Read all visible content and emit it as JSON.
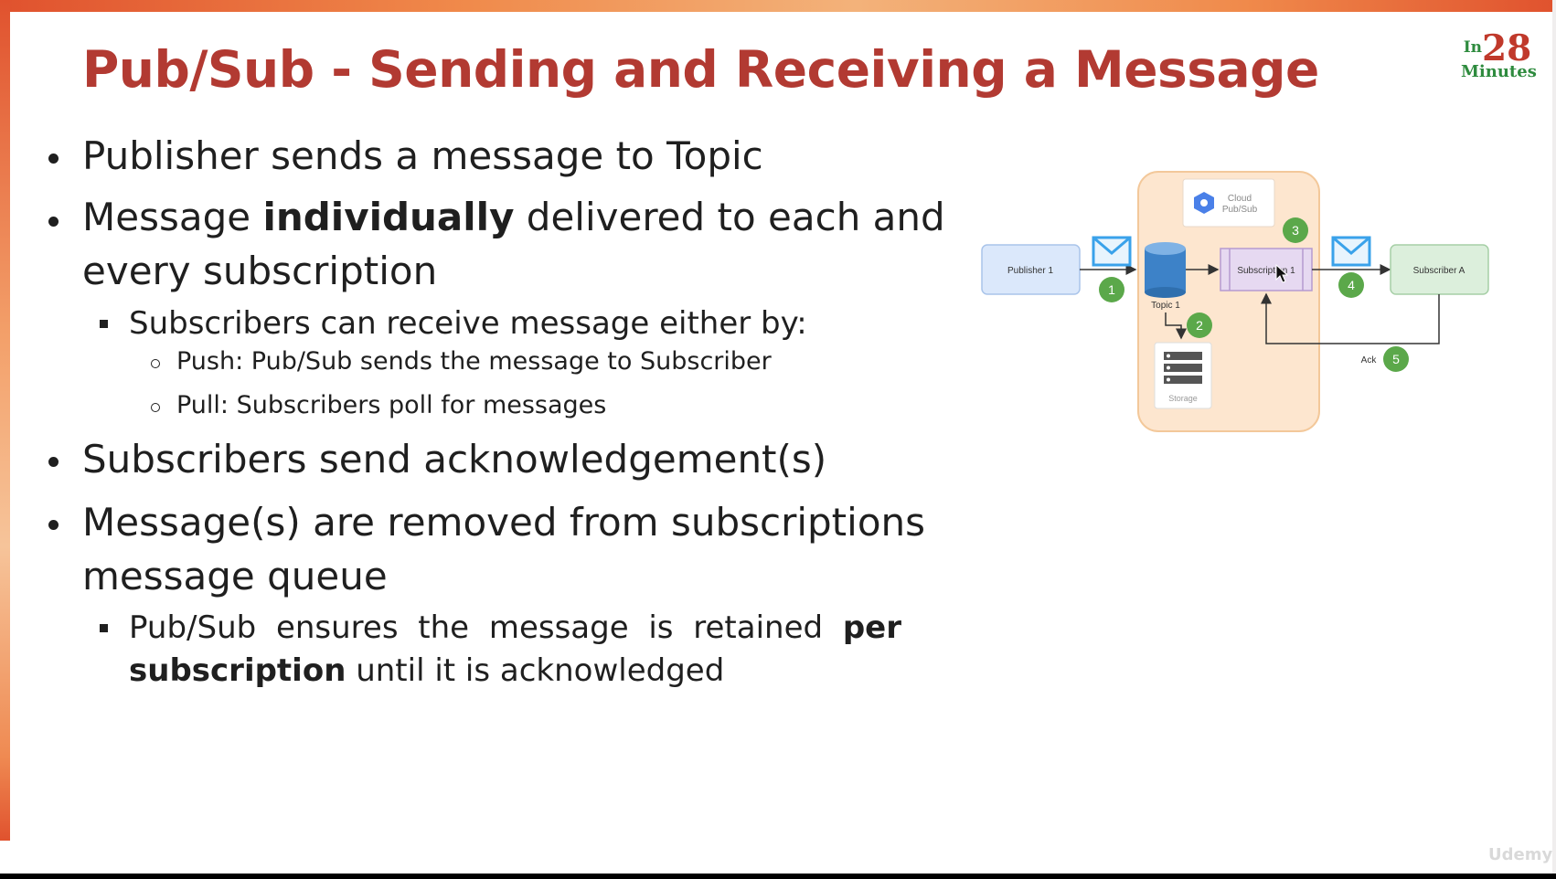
{
  "slide": {
    "title": "Pub/Sub - Sending and Receiving a Message",
    "logo": {
      "prefix": "In",
      "number": "28",
      "word": "Minutes"
    },
    "bullets": {
      "b1": "Publisher sends a message to Topic",
      "b2_pre": "Message ",
      "b2_bold": "individually",
      "b2_line1_rest": " delivered to each and",
      "b2_line2": "every subscription",
      "b2_sub": "Subscribers can receive message either by:",
      "b2_sub_a": "Push: Pub/Sub sends the message to Subscriber",
      "b2_sub_b": "Pull: Subscribers poll for messages",
      "b3": "Subscribers send acknowledgement(s)",
      "b4_line1": "Message(s) are removed from subscriptions",
      "b4_line2": "message queue",
      "b4_sub_line1": "Pub/Sub ensures the message is retained",
      "b4_sub_bold1": "per",
      "b4_sub_bold2": "subscription",
      "b4_sub_rest": " until it is acknowledged"
    },
    "watermark": "Udemy"
  },
  "diagram": {
    "service_label_1": "Cloud",
    "service_label_2": "Pub/Sub",
    "publisher": "Publisher 1",
    "topic": "Topic 1",
    "storage": "Storage",
    "subscription": "Subscription 1",
    "subscriber": "Subscriber A",
    "ack": "Ack",
    "steps": [
      "1",
      "2",
      "3",
      "4",
      "5"
    ],
    "colors": {
      "container": "#fde6cf",
      "container_border": "#f3c89a",
      "publisher_fill": "#dbe8fb",
      "subscription_fill": "#e6d9f1",
      "subscriber_fill": "#dcefdc",
      "step_badge": "#5ba84a",
      "envelope": "#3aa2ea",
      "topic_cylinder": "#3d82c8"
    }
  }
}
